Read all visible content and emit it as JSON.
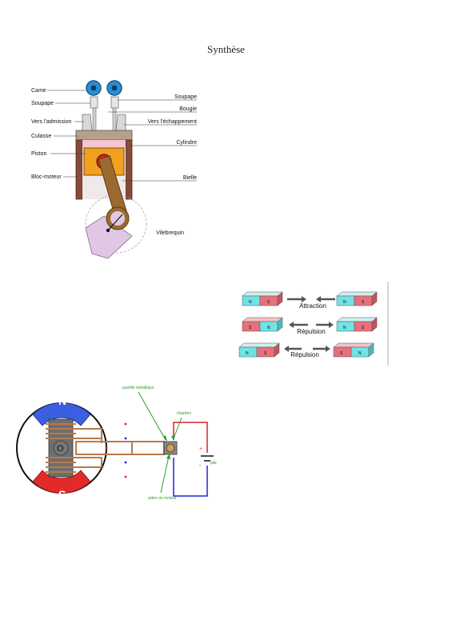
{
  "page": {
    "title": "Synthèse"
  },
  "engine": {
    "labels": {
      "came": "Came",
      "soupape_left": "Soupape",
      "admission": "Vers l'admission",
      "culasse": "Culasse",
      "piston": "Piston",
      "bloc": "Bloc-moteur",
      "soupape_right": "Soupape",
      "bougie": "Bougie",
      "echappement": "Vers l'échappement",
      "cylindre": "Cylindre",
      "bielle": "Bielle",
      "vilebrequin": "Vilebrequin"
    }
  },
  "magnets": {
    "rows": [
      {
        "label": "Attraction",
        "left": [
          "N",
          "S"
        ],
        "right": [
          "N",
          "S"
        ]
      },
      {
        "label": "Répulsion",
        "left": [
          "S",
          "N"
        ],
        "right": [
          "N",
          "S"
        ]
      },
      {
        "label": "Répulsion",
        "left": [
          "N",
          "S"
        ],
        "right": [
          "S",
          "N"
        ]
      }
    ]
  },
  "motor": {
    "pole_n": "N",
    "pole_s": "S",
    "center": "O",
    "label_pastille": "pastille métallique",
    "label_charbon": "charbon",
    "label_arbre": "arbre du moteur",
    "label_pile": "pile",
    "plus": "+",
    "minus": "-"
  },
  "colors": {
    "magnet_red": "#e8707a",
    "magnet_cyan": "#6fe3e6",
    "pole_blue": "#3a5fe0",
    "pole_red": "#e22a2a",
    "wire_brown": "#b87a4a",
    "label_green": "#2e9a2e"
  }
}
